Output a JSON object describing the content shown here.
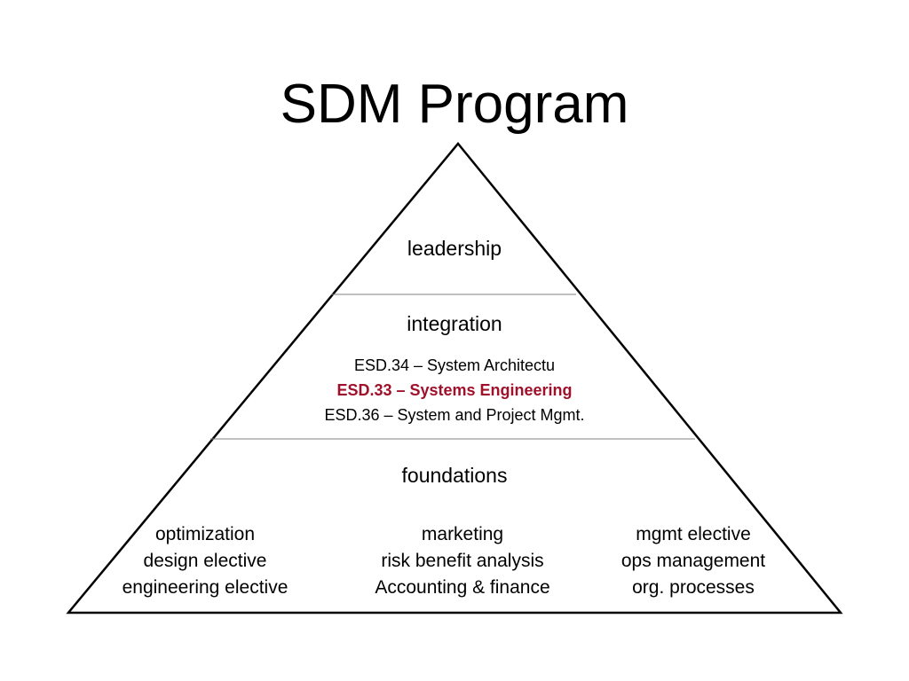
{
  "title": "SDM Program",
  "colors": {
    "highlight": "#a0102a",
    "outline": "#000000",
    "divider": "#808080"
  },
  "tiers": {
    "leadership": {
      "heading": "leadership"
    },
    "integration": {
      "heading": "integration",
      "courses": [
        {
          "text": "ESD.34 – System Architectu",
          "highlighted": false
        },
        {
          "text": "ESD.33 – Systems Engineering",
          "highlighted": true
        },
        {
          "text": "ESD.36 – System and Project Mgmt.",
          "highlighted": false
        }
      ]
    },
    "foundations": {
      "heading": "foundations",
      "columns": [
        [
          "optimization",
          "design elective",
          "engineering elective"
        ],
        [
          "marketing",
          "risk benefit analysis",
          "Accounting & finance"
        ],
        [
          "mgmt elective",
          "ops management",
          "org. processes"
        ]
      ]
    }
  }
}
